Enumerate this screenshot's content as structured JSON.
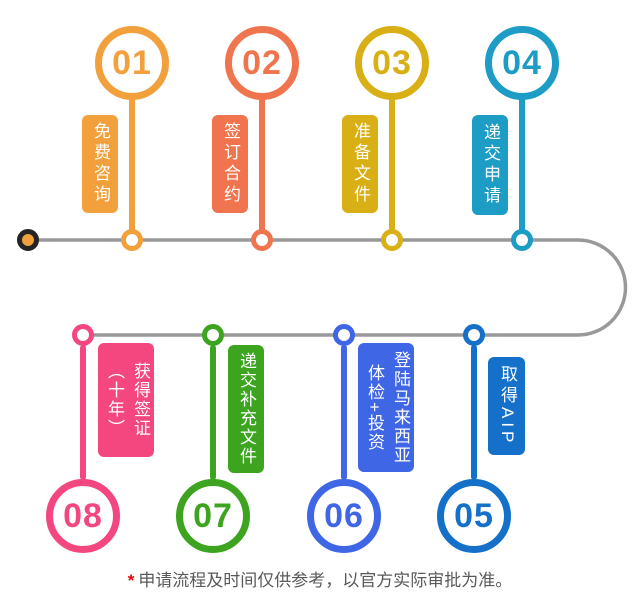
{
  "footer": {
    "asterisk": "*",
    "text": "申请流程及时间仅供参考，以官方实际审批为准。"
  },
  "timeline": {
    "line_color": "#999999",
    "start_dot": {
      "ring_color": "#242424",
      "fill_color": "#F0A03C"
    }
  },
  "steps": [
    {
      "number": "01",
      "label": "免费咨询",
      "lines": [
        "免费咨询"
      ],
      "color": "#F2A03C",
      "row": "top"
    },
    {
      "number": "02",
      "label": "签订合约",
      "lines": [
        "签订合约"
      ],
      "color": "#F0744E",
      "row": "top"
    },
    {
      "number": "03",
      "label": "准备文件",
      "lines": [
        "准备文件"
      ],
      "color": "#D8B015",
      "row": "top"
    },
    {
      "number": "04",
      "label": "递交申请",
      "lines": [
        "递交申请"
      ],
      "color": "#1D9CC6",
      "row": "top"
    },
    {
      "number": "05",
      "label": "取得AIP",
      "lines": [
        "取得AIP"
      ],
      "color": "#1470C8",
      "row": "bottom"
    },
    {
      "number": "06",
      "label": "登陆马来西亚体检+投资",
      "lines": [
        "登陆马来西亚",
        "体检+投资"
      ],
      "color": "#3F66E4",
      "row": "bottom"
    },
    {
      "number": "07",
      "label": "递交补充文件",
      "lines": [
        "递交补充文件"
      ],
      "color": "#3CA41F",
      "row": "bottom"
    },
    {
      "number": "08",
      "label": "获得签证（十年）",
      "lines": [
        "获得签证",
        "（十年）"
      ],
      "color": "#F4477F",
      "row": "bottom"
    }
  ]
}
